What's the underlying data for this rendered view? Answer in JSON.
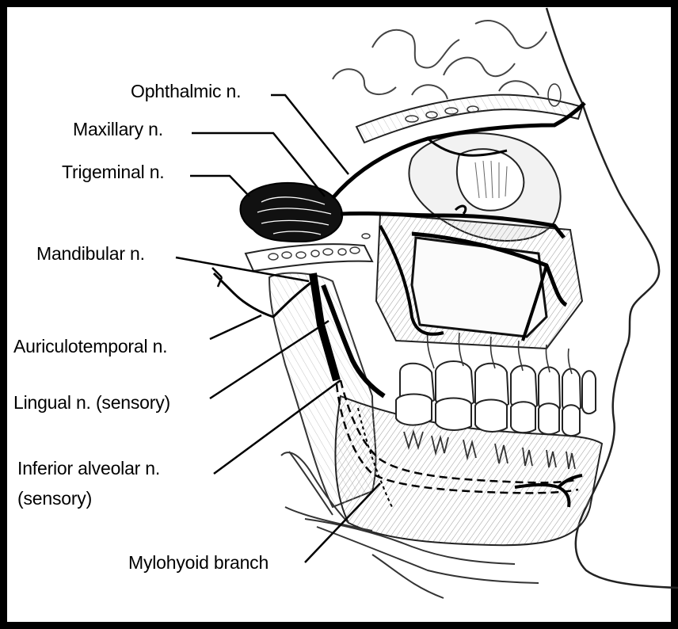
{
  "figure": {
    "labels": {
      "ophthalmic": "Ophthalmic n.",
      "maxillary": "Maxillary n.",
      "trigeminal": "Trigeminal n.",
      "mandibular": "Mandibular n.",
      "auriculotemporal": "Auriculotemporal n.",
      "lingual": "Lingual n. (sensory)",
      "inferior_alveolar_line1": "Inferior alveolar n.",
      "inferior_alveolar_line2": "(sensory)",
      "mylohyoid": "Mylohyoid branch"
    }
  }
}
